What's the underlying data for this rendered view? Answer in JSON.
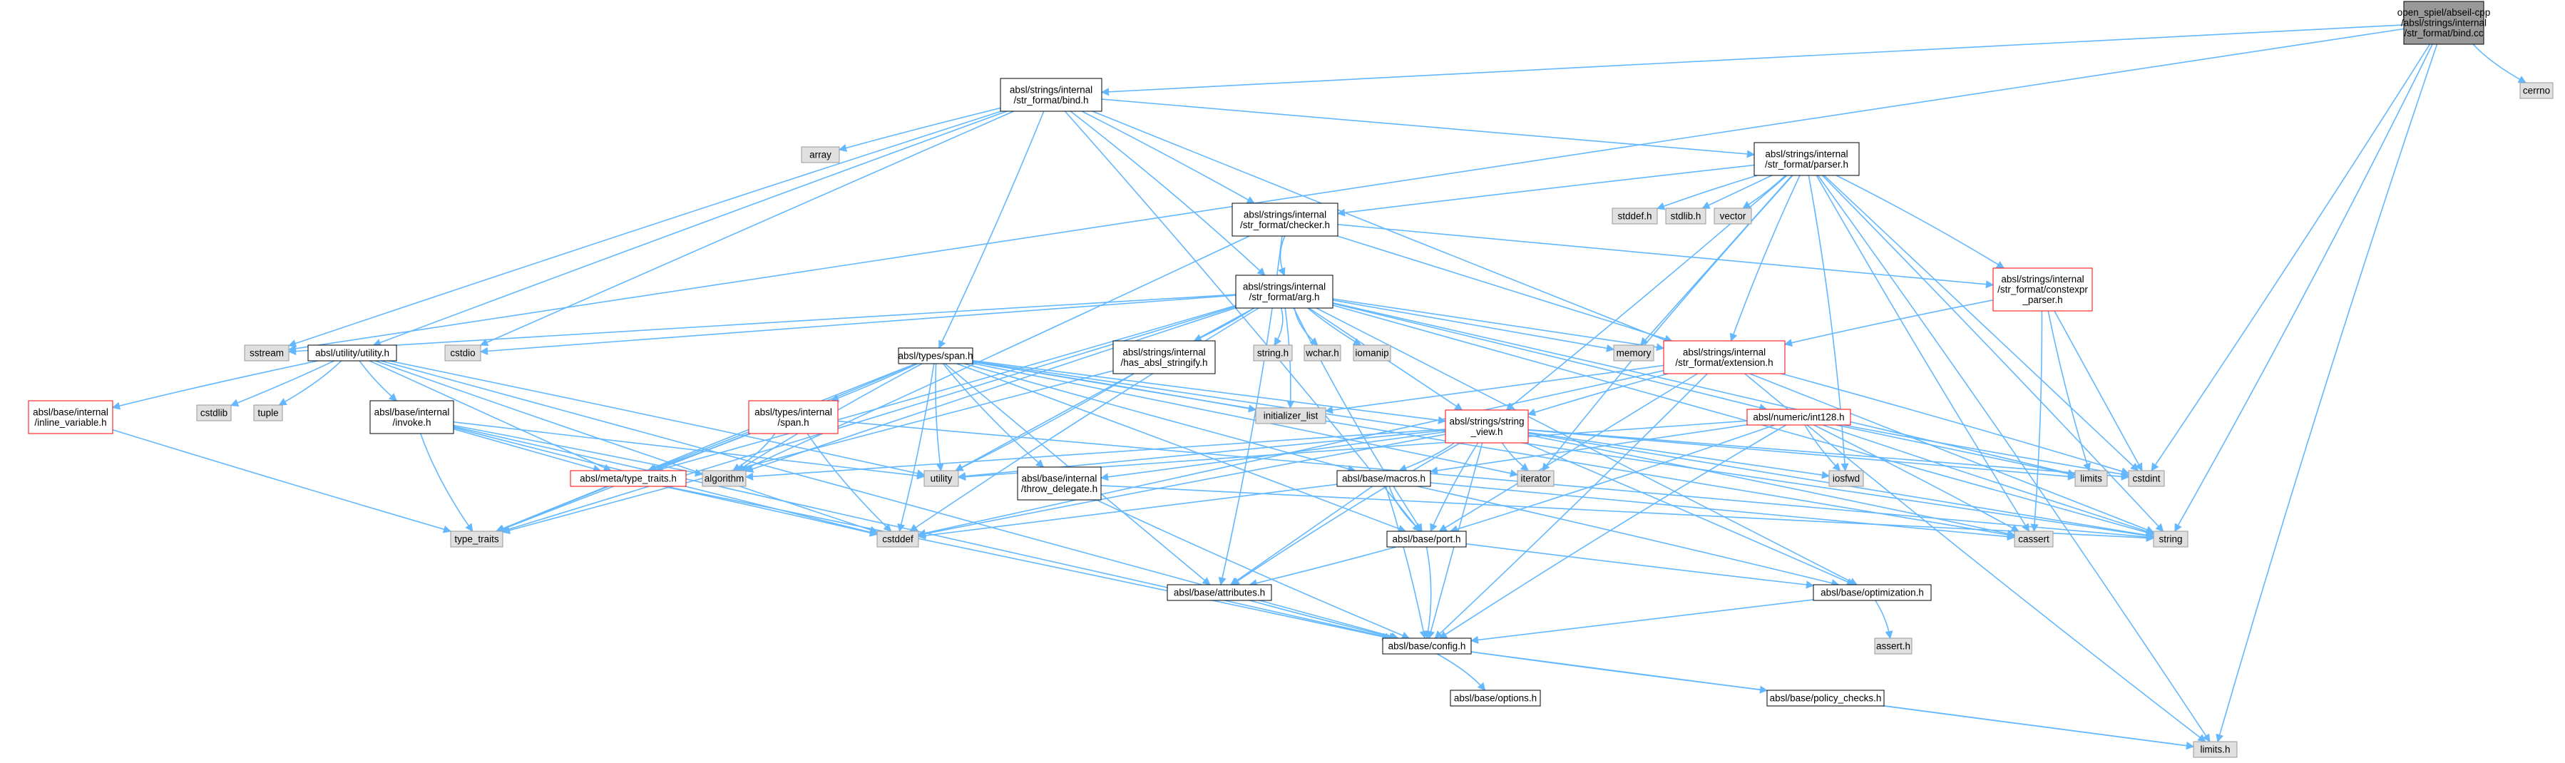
{
  "graph": {
    "title": "",
    "colors": {
      "edge": "#63b8ff",
      "node_fill_plain": "#ffffff",
      "node_fill_system": "#e0e0e0",
      "node_fill_root": "#999999",
      "node_stroke_plain": "#000000",
      "node_stroke_system": "#999999",
      "node_stroke_incomplete": "#ff0000"
    },
    "nodes": [
      {
        "id": "root",
        "label": "open_spiel/abseil-cpp\n/absl/strings/internal\n/str_format/bind.cc",
        "kind": "root"
      },
      {
        "id": "cerrno",
        "label": "cerrno",
        "kind": "system"
      },
      {
        "id": "bind_h",
        "label": "absl/strings/internal\n/str_format/bind.h",
        "kind": "plain"
      },
      {
        "id": "array",
        "label": "array",
        "kind": "system"
      },
      {
        "id": "parser_h",
        "label": "absl/strings/internal\n/str_format/parser.h",
        "kind": "plain"
      },
      {
        "id": "checker_h",
        "label": "absl/strings/internal\n/str_format/checker.h",
        "kind": "plain"
      },
      {
        "id": "stddef_h",
        "label": "stddef.h",
        "kind": "system"
      },
      {
        "id": "stdlib_h",
        "label": "stdlib.h",
        "kind": "system"
      },
      {
        "id": "vector",
        "label": "vector",
        "kind": "system"
      },
      {
        "id": "constexpr_parser",
        "label": "absl/strings/internal\n/str_format/constexpr\n_parser.h",
        "kind": "incomplete"
      },
      {
        "id": "arg_h",
        "label": "absl/strings/internal\n/str_format/arg.h",
        "kind": "plain"
      },
      {
        "id": "sstream",
        "label": "sstream",
        "kind": "system"
      },
      {
        "id": "utility_h",
        "label": "absl/utility/utility.h",
        "kind": "plain"
      },
      {
        "id": "cstdio",
        "label": "cstdio",
        "kind": "system"
      },
      {
        "id": "span_h",
        "label": "absl/types/span.h",
        "kind": "plain"
      },
      {
        "id": "has_absl",
        "label": "absl/strings/internal\n/has_absl_stringify.h",
        "kind": "plain"
      },
      {
        "id": "string_h",
        "label": "string.h",
        "kind": "system"
      },
      {
        "id": "wchar_h",
        "label": "wchar.h",
        "kind": "system"
      },
      {
        "id": "iomanip",
        "label": "iomanip",
        "kind": "system"
      },
      {
        "id": "memory",
        "label": "memory",
        "kind": "system"
      },
      {
        "id": "extension_h",
        "label": "absl/strings/internal\n/str_format/extension.h",
        "kind": "incomplete"
      },
      {
        "id": "cstdlib",
        "label": "cstdlib",
        "kind": "system"
      },
      {
        "id": "tuple",
        "label": "tuple",
        "kind": "system"
      },
      {
        "id": "inline_var",
        "label": "absl/base/internal\n/inline_variable.h",
        "kind": "incomplete"
      },
      {
        "id": "invoke_h",
        "label": "absl/base/internal\n/invoke.h",
        "kind": "plain"
      },
      {
        "id": "internal_span",
        "label": "absl/types/internal\n/span.h",
        "kind": "incomplete"
      },
      {
        "id": "init_list",
        "label": "initializer_list",
        "kind": "system"
      },
      {
        "id": "string_view",
        "label": "absl/strings/string\n_view.h",
        "kind": "incomplete"
      },
      {
        "id": "int128",
        "label": "absl/numeric/int128.h",
        "kind": "incomplete"
      },
      {
        "id": "type_traits_h",
        "label": "absl/meta/type_traits.h",
        "kind": "incomplete"
      },
      {
        "id": "algorithm",
        "label": "algorithm",
        "kind": "system"
      },
      {
        "id": "utility",
        "label": "utility",
        "kind": "system"
      },
      {
        "id": "throw_delegate",
        "label": "absl/base/internal\n/throw_delegate.h",
        "kind": "plain"
      },
      {
        "id": "iterator",
        "label": "iterator",
        "kind": "system"
      },
      {
        "id": "macros_h",
        "label": "absl/base/macros.h",
        "kind": "plain"
      },
      {
        "id": "iosfwd",
        "label": "iosfwd",
        "kind": "system"
      },
      {
        "id": "limits",
        "label": "limits",
        "kind": "system"
      },
      {
        "id": "cstdint",
        "label": "cstdint",
        "kind": "system"
      },
      {
        "id": "type_traits",
        "label": "type_traits",
        "kind": "system"
      },
      {
        "id": "cstddef",
        "label": "cstddef",
        "kind": "system"
      },
      {
        "id": "port_h",
        "label": "absl/base/port.h",
        "kind": "plain"
      },
      {
        "id": "cassert",
        "label": "cassert",
        "kind": "system"
      },
      {
        "id": "string",
        "label": "string",
        "kind": "system"
      },
      {
        "id": "attributes_h",
        "label": "absl/base/attributes.h",
        "kind": "plain"
      },
      {
        "id": "optimization_h",
        "label": "absl/base/optimization.h",
        "kind": "plain"
      },
      {
        "id": "assert_h",
        "label": "assert.h",
        "kind": "system"
      },
      {
        "id": "config_h",
        "label": "absl/base/config.h",
        "kind": "plain"
      },
      {
        "id": "options_h",
        "label": "absl/base/options.h",
        "kind": "plain"
      },
      {
        "id": "policy_checks",
        "label": "absl/base/policy_checks.h",
        "kind": "plain"
      },
      {
        "id": "limits_h",
        "label": "limits.h",
        "kind": "system"
      }
    ],
    "edges": [
      [
        "root",
        "cerrno"
      ],
      [
        "root",
        "bind_h"
      ],
      [
        "root",
        "sstream"
      ],
      [
        "root",
        "cstdint"
      ],
      [
        "root",
        "string"
      ],
      [
        "root",
        "limits_h"
      ],
      [
        "bind_h",
        "array"
      ],
      [
        "bind_h",
        "parser_h"
      ],
      [
        "bind_h",
        "checker_h"
      ],
      [
        "bind_h",
        "arg_h"
      ],
      [
        "bind_h",
        "sstream"
      ],
      [
        "bind_h",
        "utility_h"
      ],
      [
        "bind_h",
        "cstdio"
      ],
      [
        "bind_h",
        "span_h"
      ],
      [
        "bind_h",
        "port_h"
      ],
      [
        "bind_h",
        "string"
      ],
      [
        "parser_h",
        "stddef_h"
      ],
      [
        "parser_h",
        "stdlib_h"
      ],
      [
        "parser_h",
        "vector"
      ],
      [
        "parser_h",
        "constexpr_parser"
      ],
      [
        "parser_h",
        "checker_h"
      ],
      [
        "parser_h",
        "extension_h"
      ],
      [
        "parser_h",
        "memory"
      ],
      [
        "parser_h",
        "string_view"
      ],
      [
        "parser_h",
        "iosfwd"
      ],
      [
        "parser_h",
        "iterator"
      ],
      [
        "parser_h",
        "cassert"
      ],
      [
        "parser_h",
        "cstdint"
      ],
      [
        "parser_h",
        "string"
      ],
      [
        "parser_h",
        "limits_h"
      ],
      [
        "checker_h",
        "arg_h"
      ],
      [
        "checker_h",
        "constexpr_parser"
      ],
      [
        "checker_h",
        "extension_h"
      ],
      [
        "checker_h",
        "algorithm"
      ],
      [
        "checker_h",
        "attributes_h"
      ],
      [
        "constexpr_parser",
        "extension_h"
      ],
      [
        "constexpr_parser",
        "limits"
      ],
      [
        "constexpr_parser",
        "cstdint"
      ],
      [
        "constexpr_parser",
        "cassert"
      ],
      [
        "arg_h",
        "string_h"
      ],
      [
        "arg_h",
        "wchar_h"
      ],
      [
        "arg_h",
        "iomanip"
      ],
      [
        "arg_h",
        "memory"
      ],
      [
        "arg_h",
        "has_absl"
      ],
      [
        "arg_h",
        "sstream"
      ],
      [
        "arg_h",
        "cstdio"
      ],
      [
        "arg_h",
        "extension_h"
      ],
      [
        "arg_h",
        "string_view"
      ],
      [
        "arg_h",
        "int128"
      ],
      [
        "arg_h",
        "type_traits_h"
      ],
      [
        "arg_h",
        "port_h"
      ],
      [
        "arg_h",
        "algorithm"
      ],
      [
        "arg_h",
        "utility"
      ],
      [
        "arg_h",
        "type_traits"
      ],
      [
        "arg_h",
        "limits"
      ],
      [
        "arg_h",
        "cstddef"
      ],
      [
        "arg_h",
        "string"
      ],
      [
        "arg_h",
        "optimization_h"
      ],
      [
        "arg_h",
        "init_list"
      ],
      [
        "has_absl",
        "utility"
      ],
      [
        "has_absl",
        "type_traits"
      ],
      [
        "extension_h",
        "string_view"
      ],
      [
        "extension_h",
        "port_h"
      ],
      [
        "extension_h",
        "config_h"
      ],
      [
        "extension_h",
        "cstdint"
      ],
      [
        "extension_h",
        "limits_h"
      ],
      [
        "extension_h",
        "init_list"
      ],
      [
        "extension_h",
        "cstddef"
      ],
      [
        "utility_h",
        "cstdlib"
      ],
      [
        "utility_h",
        "tuple"
      ],
      [
        "utility_h",
        "inline_var"
      ],
      [
        "utility_h",
        "invoke_h"
      ],
      [
        "utility_h",
        "type_traits_h"
      ],
      [
        "utility_h",
        "config_h"
      ],
      [
        "utility_h",
        "utility"
      ],
      [
        "utility_h",
        "cstddef"
      ],
      [
        "inline_var",
        "type_traits"
      ],
      [
        "invoke_h",
        "type_traits_h"
      ],
      [
        "invoke_h",
        "algorithm"
      ],
      [
        "invoke_h",
        "utility"
      ],
      [
        "invoke_h",
        "type_traits"
      ],
      [
        "invoke_h",
        "cstddef"
      ],
      [
        "invoke_h",
        "config_h"
      ],
      [
        "span_h",
        "internal_span"
      ],
      [
        "span_h",
        "init_list"
      ],
      [
        "span_h",
        "throw_delegate"
      ],
      [
        "span_h",
        "macros_h"
      ],
      [
        "span_h",
        "attributes_h"
      ],
      [
        "span_h",
        "port_h"
      ],
      [
        "span_h",
        "type_traits_h"
      ],
      [
        "span_h",
        "algorithm"
      ],
      [
        "span_h",
        "utility"
      ],
      [
        "span_h",
        "cassert"
      ],
      [
        "span_h",
        "cstddef"
      ],
      [
        "span_h",
        "iterator"
      ],
      [
        "span_h",
        "string"
      ],
      [
        "span_h",
        "type_traits"
      ],
      [
        "span_h",
        "string_view"
      ],
      [
        "internal_span",
        "type_traits_h"
      ],
      [
        "internal_span",
        "algorithm"
      ],
      [
        "internal_span",
        "cstddef"
      ],
      [
        "internal_span",
        "string"
      ],
      [
        "internal_span",
        "type_traits"
      ],
      [
        "string_view",
        "throw_delegate"
      ],
      [
        "string_view",
        "macros_h"
      ],
      [
        "string_view",
        "attributes_h"
      ],
      [
        "string_view",
        "port_h"
      ],
      [
        "string_view",
        "config_h"
      ],
      [
        "string_view",
        "optimization_h"
      ],
      [
        "string_view",
        "algorithm"
      ],
      [
        "string_view",
        "utility"
      ],
      [
        "string_view",
        "iterator"
      ],
      [
        "string_view",
        "iosfwd"
      ],
      [
        "string_view",
        "limits"
      ],
      [
        "string_view",
        "cassert"
      ],
      [
        "string_view",
        "cstddef"
      ],
      [
        "string_view",
        "string"
      ],
      [
        "string_view",
        "cstdint"
      ],
      [
        "int128",
        "macros_h"
      ],
      [
        "int128",
        "port_h"
      ],
      [
        "int128",
        "config_h"
      ],
      [
        "int128",
        "iosfwd"
      ],
      [
        "int128",
        "limits"
      ],
      [
        "int128",
        "cassert"
      ],
      [
        "int128",
        "utility"
      ],
      [
        "int128",
        "cstdint"
      ],
      [
        "int128",
        "string"
      ],
      [
        "type_traits_h",
        "type_traits"
      ],
      [
        "type_traits_h",
        "cstddef"
      ],
      [
        "type_traits_h",
        "config_h"
      ],
      [
        "throw_delegate",
        "config_h"
      ],
      [
        "throw_delegate",
        "string"
      ],
      [
        "macros_h",
        "attributes_h"
      ],
      [
        "macros_h",
        "config_h"
      ],
      [
        "macros_h",
        "optimization_h"
      ],
      [
        "macros_h",
        "port_h"
      ],
      [
        "macros_h",
        "cassert"
      ],
      [
        "macros_h",
        "cstddef"
      ],
      [
        "port_h",
        "attributes_h"
      ],
      [
        "port_h",
        "config_h"
      ],
      [
        "port_h",
        "optimization_h"
      ],
      [
        "attributes_h",
        "config_h"
      ],
      [
        "optimization_h",
        "config_h"
      ],
      [
        "optimization_h",
        "assert_h"
      ],
      [
        "config_h",
        "options_h"
      ],
      [
        "config_h",
        "policy_checks"
      ],
      [
        "config_h",
        "limits_h"
      ],
      [
        "policy_checks",
        "limits_h"
      ]
    ]
  }
}
